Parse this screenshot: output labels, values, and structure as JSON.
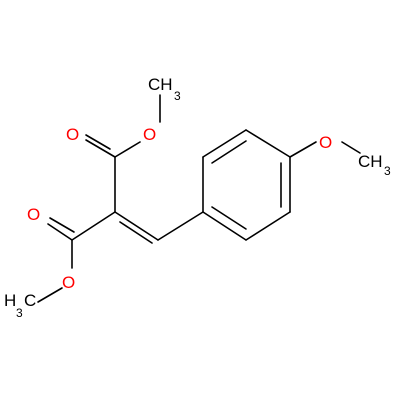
{
  "colors": {
    "background": "#ffffff",
    "bond": "#000000",
    "oxygen": "#ff0000",
    "carbon": "#000000"
  },
  "atoms": {
    "o_carbonyl_upper": "O",
    "o_ester_upper": "O",
    "ch3_upper_main": "CH",
    "ch3_upper_sub": "3",
    "o_methoxy": "O",
    "ch3_methoxy_main": "CH",
    "ch3_methoxy_sub": "3",
    "o_carbonyl_lower": "O",
    "o_ester_lower": "O",
    "ch3_lower_main": "H",
    "ch3_lower_sub": "3",
    "ch3_lower_c": "C"
  }
}
